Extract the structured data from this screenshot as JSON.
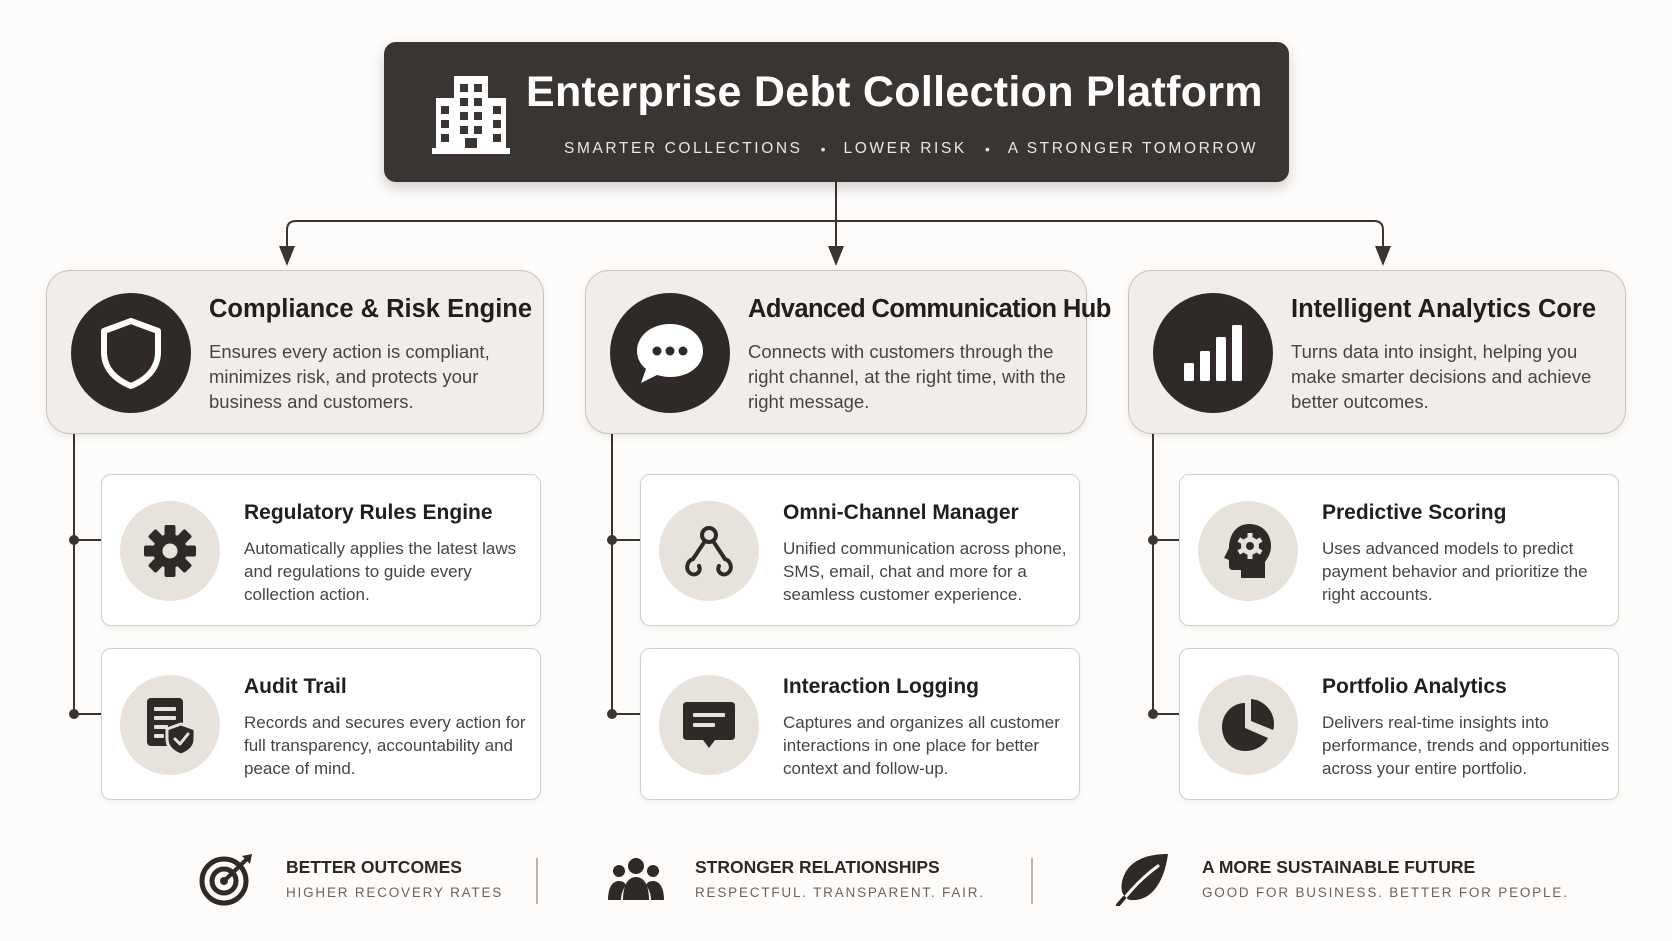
{
  "header": {
    "title": "Enterprise Debt Collection Platform",
    "tagline": [
      "SMARTER  COLLECTIONS",
      "LOWER RISK",
      "A STRONGER TOMORROW"
    ],
    "separator": "•",
    "icon": "building-icon"
  },
  "columns": [
    {
      "title": "Compliance & Risk Engine",
      "description": "Ensures every action is compliant, minimizes risk, and protects your business and customers.",
      "icon": "shield-icon",
      "items": [
        {
          "title": "Regulatory Rules Engine",
          "description": "Automatically applies the latest laws and regulations to guide every collection action.",
          "icon": "gear-icon"
        },
        {
          "title": "Audit Trail",
          "description": "Records and secures every action for full transparency, accountability and peace of mind.",
          "icon": "document-shield-icon"
        }
      ]
    },
    {
      "title": "Advanced Communication Hub",
      "description": "Connects with customers through the right channel, at the right time, with the right message.",
      "icon": "chat-bubble-icon",
      "items": [
        {
          "title": "Omni-Channel Manager",
          "description": "Unified communication across phone, SMS, email, chat and more for a seamless customer experience.",
          "icon": "channel-network-icon"
        },
        {
          "title": "Interaction Logging",
          "description": "Captures and organizes all customer interactions in one place for better context and follow-up.",
          "icon": "message-log-icon"
        }
      ]
    },
    {
      "title": "Intelligent Analytics Core",
      "description": "Turns data into insight, helping you make smarter decisions and achieve better outcomes.",
      "icon": "bar-chart-icon",
      "items": [
        {
          "title": "Predictive Scoring",
          "description": "Uses advanced models to predict payment behavior and prioritize the right accounts.",
          "icon": "head-gear-icon"
        },
        {
          "title": "Portfolio Analytics",
          "description": "Delivers real-time insights into performance, trends and opportunities across your entire portfolio.",
          "icon": "pie-chart-icon"
        }
      ]
    }
  ],
  "footer": [
    {
      "title": "BETTER OUTCOMES",
      "subtitle": "HIGHER RECOVERY RATES",
      "icon": "target-icon"
    },
    {
      "title": "STRONGER RELATIONSHIPS",
      "subtitle": "RESPECTFUL. TRANSPARENT. FAIR.",
      "icon": "people-icon"
    },
    {
      "title": "A MORE SUSTAINABLE FUTURE",
      "subtitle": "GOOD FOR BUSINESS. BETTER FOR PEOPLE.",
      "icon": "leaf-icon"
    }
  ],
  "colors": {
    "dark": "#3a3532",
    "card_bg": "#f1eeea",
    "icon_circle_light": "#e8e2dc",
    "border": "#c9c2bb"
  }
}
